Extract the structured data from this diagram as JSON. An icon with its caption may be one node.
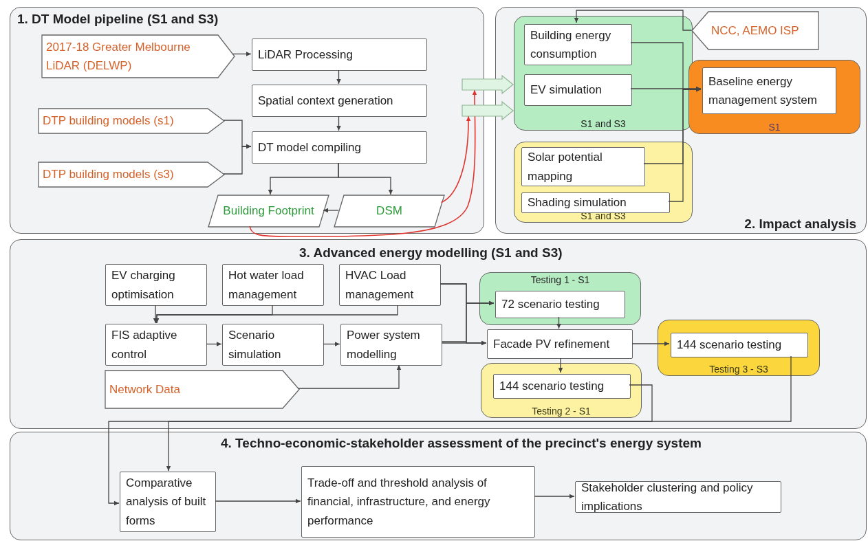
{
  "diagram": {
    "nodes": [
      {
        "text": [
          "1. DT Model pipeline (S1 and S3)"
        ]
      },
      {
        "text": [
          "2017-18 Greater Melbourne LiDAR (DELWP)"
        ],
        "in": 0
      },
      {
        "text": [
          "LiDAR Processing"
        ],
        "in": 0
      },
      {
        "text": [
          "Spatial context generation"
        ],
        "in": 0
      },
      {
        "text": [
          "DTP building models (s1)"
        ],
        "in": 0
      },
      {
        "text": [
          "DT model compiling"
        ],
        "in": 0
      },
      {
        "text": [
          "DTP building models (s3)"
        ],
        "in": 0
      },
      {
        "text": [
          "Building Footprint"
        ],
        "in": 0
      },
      {
        "text": [
          "DSM"
        ],
        "in": 0
      },
      {
        "text": [
          "2. Impact analysis"
        ]
      },
      {
        "text": [
          "S1 and S3"
        ],
        "in": 9
      },
      {
        "text": [
          "Building energy consumption"
        ],
        "in": 10
      },
      {
        "text": [
          "EV simulation"
        ],
        "in": 10
      },
      {
        "text": [
          "NCC, AEMO ISP"
        ],
        "in": 9
      },
      {
        "text": [
          "S1"
        ],
        "in": 9
      },
      {
        "text": [
          "Baseline energy management system"
        ],
        "in": 14
      },
      {
        "text": [
          "S1 and S3"
        ],
        "in": 9
      },
      {
        "text": [
          "Solar potential mapping"
        ],
        "in": 16
      },
      {
        "text": [
          "Shading simulation"
        ],
        "in": 16
      },
      {
        "text": [
          "3. Advanced energy modelling (S1 and S3)"
        ]
      },
      {
        "text": [
          "EV charging optimisation"
        ],
        "in": 19
      },
      {
        "text": [
          "Hot water load management"
        ],
        "in": 19
      },
      {
        "text": [
          "HVAC Load management"
        ],
        "in": 19
      },
      {
        "text": [
          "FIS adaptive control"
        ],
        "in": 19
      },
      {
        "text": [
          "Scenario simulation"
        ],
        "in": 19
      },
      {
        "text": [
          "Power system modelling"
        ],
        "in": 19
      },
      {
        "text": [
          "Network Data"
        ],
        "in": 19
      },
      {
        "text": [
          "Testing 1 - S1"
        ],
        "in": 19
      },
      {
        "text": [
          "72 scenario testing"
        ],
        "in": 27
      },
      {
        "text": [
          "Facade PV refinement"
        ],
        "in": 19
      },
      {
        "text": [
          "Testing 2 - S1"
        ],
        "in": 19
      },
      {
        "text": [
          "144 scenario testing"
        ],
        "in": 30
      },
      {
        "text": [
          "Testing 3 - S3"
        ],
        "in": 19
      },
      {
        "text": [
          "144 scenario testing"
        ],
        "in": 32
      },
      {
        "text": [
          "4. Techno-economic-stakeholder assessment of the precinct's energy system"
        ]
      },
      {
        "text": [
          "Comparative analysis of built forms"
        ],
        "in": 34
      },
      {
        "text": [
          "Trade-off and threshold analysis of financial, infrastructure, and energy performance"
        ],
        "in": 34
      },
      {
        "text": [
          "Stakeholder clustering and policy implications"
        ],
        "in": 34
      }
    ],
    "edges": [
      {
        "from": 1,
        "to": 2,
        "arrow": "to"
      },
      {
        "from": 2,
        "to": 3,
        "arrow": "to"
      },
      {
        "from": 3,
        "to": 5,
        "arrow": "to"
      },
      {
        "from": 4,
        "to": 5,
        "arrow": "to"
      },
      {
        "from": 6,
        "to": 5,
        "arrow": "to"
      },
      {
        "from": 5,
        "to": 7,
        "arrow": "to"
      },
      {
        "from": 5,
        "to": 8,
        "arrow": "to"
      },
      {
        "from": 8,
        "to": 7,
        "arrow": "to"
      },
      {
        "from": 8,
        "to": null,
        "arrow": "to",
        "color": "#e0332e"
      },
      {
        "from": 7,
        "to": null,
        "arrow": "to",
        "color": "#e0332e"
      },
      {
        "from": null,
        "to": 10,
        "arrow": "to",
        "style": "thick",
        "color": "#dff4e3"
      },
      {
        "from": null,
        "to": 10,
        "arrow": "to",
        "style": "thick",
        "color": "#dff4e3"
      },
      {
        "from": 13,
        "to": 11,
        "arrow": "to"
      },
      {
        "from": 11,
        "to": 15,
        "arrow": "to"
      },
      {
        "from": 12,
        "to": 15,
        "arrow": "to"
      },
      {
        "from": 17,
        "to": 15,
        "arrow": "to"
      },
      {
        "from": 18,
        "to": 15,
        "arrow": "to"
      },
      {
        "from": 20,
        "to": 23,
        "arrow": "to"
      },
      {
        "from": 21,
        "to": 23,
        "arrow": "to"
      },
      {
        "from": 22,
        "to": 23,
        "arrow": "to"
      },
      {
        "from": 23,
        "to": 24,
        "arrow": "to"
      },
      {
        "from": 24,
        "to": 25,
        "arrow": "to"
      },
      {
        "from": 26,
        "to": 25,
        "arrow": "to"
      },
      {
        "from": 22,
        "to": 28,
        "arrow": "to"
      },
      {
        "from": 22,
        "to": 29,
        "arrow": "to"
      },
      {
        "from": 25,
        "to": 28,
        "arrow": "to"
      },
      {
        "from": 25,
        "to": 29,
        "arrow": "to"
      },
      {
        "from": 28,
        "to": 29,
        "arrow": "to"
      },
      {
        "from": 29,
        "to": 31,
        "arrow": "to"
      },
      {
        "from": 29,
        "to": 33,
        "arrow": "to"
      },
      {
        "from": 31,
        "to": 35,
        "arrow": "to"
      },
      {
        "from": 33,
        "to": 35,
        "arrow": "to"
      },
      {
        "from": 35,
        "to": 36,
        "arrow": "to"
      },
      {
        "from": 36,
        "to": 37,
        "arrow": "to"
      }
    ]
  }
}
